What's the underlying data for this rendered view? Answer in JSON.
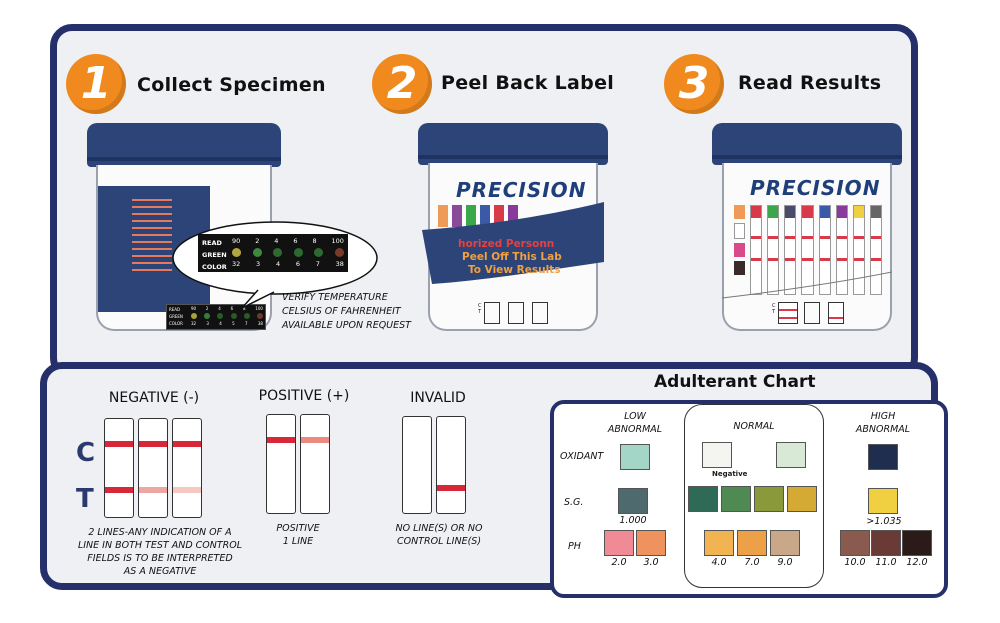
{
  "steps": [
    {
      "number": "1",
      "title": "Collect Specimen"
    },
    {
      "number": "2",
      "title": "Peel Back Label"
    },
    {
      "number": "3",
      "title": "Read Results"
    }
  ],
  "temperature_strip": {
    "labels": [
      "READ",
      "GREEN",
      "COLOR"
    ],
    "top_values": [
      "90",
      "2",
      "4",
      "6",
      "8",
      "100"
    ],
    "bottom_values": [
      "32",
      "3",
      "4",
      "6",
      "7",
      "38"
    ],
    "small_top_values": [
      "90",
      "2",
      "4",
      "6",
      "8",
      "100"
    ],
    "small_bottom_values": [
      "32",
      "3",
      "4",
      "5",
      "7",
      "38"
    ]
  },
  "temperature_note": [
    "VERIFY TEMPERATURE",
    "CELSIUS OF FAHRENHEIT",
    "AVAILABLE UPON REQUEST"
  ],
  "brand": "PRECISION",
  "peel_label": [
    "horized Personn",
    "Peel Off This Lab",
    "To View Results"
  ],
  "cup_ct": [
    "C",
    "T"
  ],
  "results": {
    "negative": {
      "title": "NEGATIVE (-)",
      "caption": [
        "2 LINES-ANY INDICATION OF A",
        "LINE IN BOTH TEST AND CONTROL",
        "FIELDS IS TO BE INTERPRETED",
        "AS A NEGATIVE"
      ]
    },
    "positive": {
      "title": "POSITIVE (+)",
      "caption": [
        "POSITIVE",
        "1 LINE"
      ]
    },
    "invalid": {
      "title": "INVALID",
      "caption": [
        "NO LINE(S) OR NO",
        "CONTROL LINE(S)"
      ]
    },
    "c_label": "C",
    "t_label": "T"
  },
  "adulterant_chart": {
    "title": "Adulterant Chart",
    "columns": {
      "low": [
        "LOW",
        "ABNORMAL"
      ],
      "normal": [
        "NORMAL"
      ],
      "high": [
        "HIGH",
        "ABNORMAL"
      ]
    },
    "rows": [
      "OXIDANT",
      "S.G.",
      "PH"
    ],
    "negative_label": "Negative",
    "sg_low_value": "1.000",
    "sg_high_value": ">1.035",
    "ph_low_values": [
      "2.0",
      "3.0"
    ],
    "ph_normal_values": [
      "4.0",
      "7.0",
      "9.0"
    ],
    "ph_high_values": [
      "10.0",
      "11.0",
      "12.0"
    ],
    "colors": {
      "oxidant_low": "#a3d6c6",
      "oxidant_normal": [
        "#f4f4f0",
        "#d8ead6"
      ],
      "oxidant_high": "#1f2d4e",
      "sg_low": "#4f6a6e",
      "sg_normal": [
        "#2e6a55",
        "#4e8a52",
        "#8a9a3a",
        "#d4aa35"
      ],
      "sg_high": "#f0d040",
      "ph_low": [
        "#f08a95",
        "#f0925e"
      ],
      "ph_normal": [
        "#f0b552",
        "#eca048",
        "#c9a88a"
      ],
      "ph_high": [
        "#8a5a4e",
        "#6a3a36",
        "#2a1a18"
      ]
    }
  },
  "accent_colors": {
    "navy": "#25306b",
    "orange": "#f08a1e",
    "line_red": "#d9273a"
  }
}
